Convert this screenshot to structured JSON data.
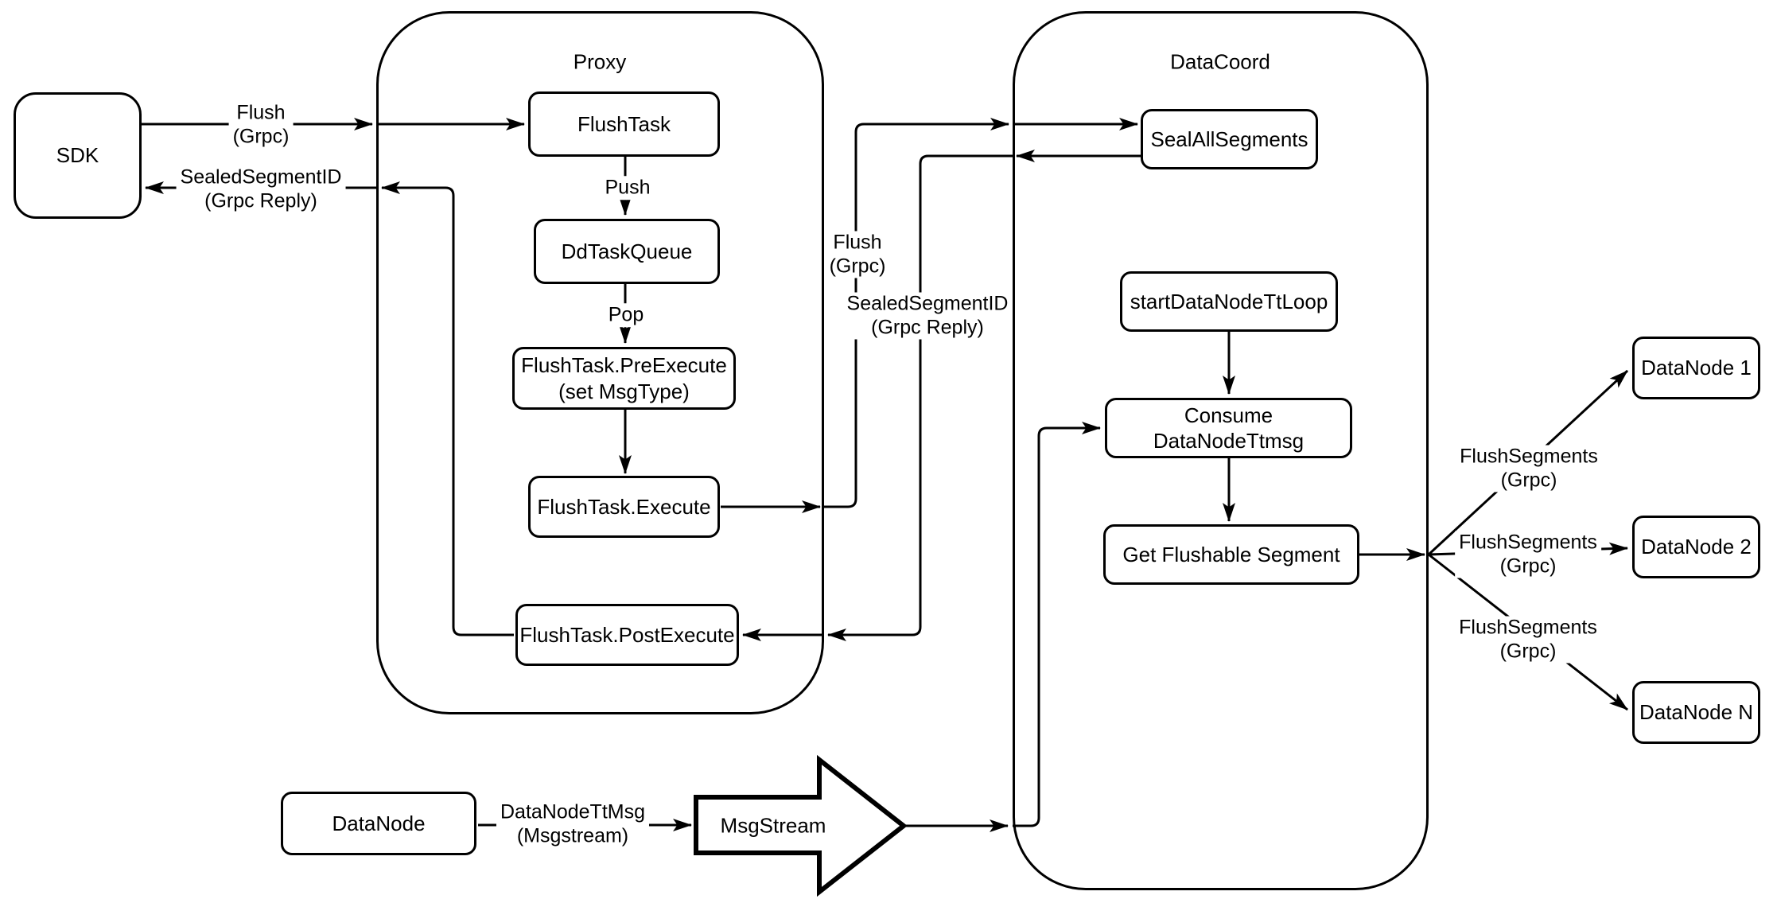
{
  "diagram": {
    "containers": {
      "proxy": "Proxy",
      "datacoord": "DataCoord"
    },
    "nodes": {
      "sdk": "SDK",
      "flush_task": "FlushTask",
      "dd_task_queue": "DdTaskQueue",
      "pre_execute": "FlushTask.PreExecute\n(set MsgType)",
      "execute": "FlushTask.Execute",
      "post_execute": "FlushTask.PostExecute",
      "seal_all_segments": "SealAllSegments",
      "start_datanode_tt_loop": "startDataNodeTtLoop",
      "consume_datanode_ttmsg": "Consume DataNodeTtmsg",
      "get_flushable_segment": "Get Flushable Segment",
      "datanode_1": "DataNode 1",
      "datanode_2": "DataNode 2",
      "datanode_n": "DataNode N",
      "datanode": "DataNode",
      "msgstream": "MsgStream"
    },
    "edge_labels": {
      "sdk_flush": "Flush\n(Grpc)",
      "sdk_reply": "SealedSegmentID\n(Grpc Reply)",
      "push": "Push",
      "pop": "Pop",
      "proxy_flush": "Flush\n(Grpc)",
      "proxy_reply": "SealedSegmentID\n(Grpc Reply)",
      "flush_segments_1": "FlushSegments\n(Grpc)",
      "flush_segments_2": "FlushSegments\n(Grpc)",
      "flush_segments_3": "FlushSegments\n(Grpc)",
      "datanode_ttmsg": "DataNodeTtMsg\n(Msgstream)"
    },
    "colors": {
      "stroke": "#000000",
      "node_fill": "#ffffff",
      "background": "#ffffff"
    }
  }
}
